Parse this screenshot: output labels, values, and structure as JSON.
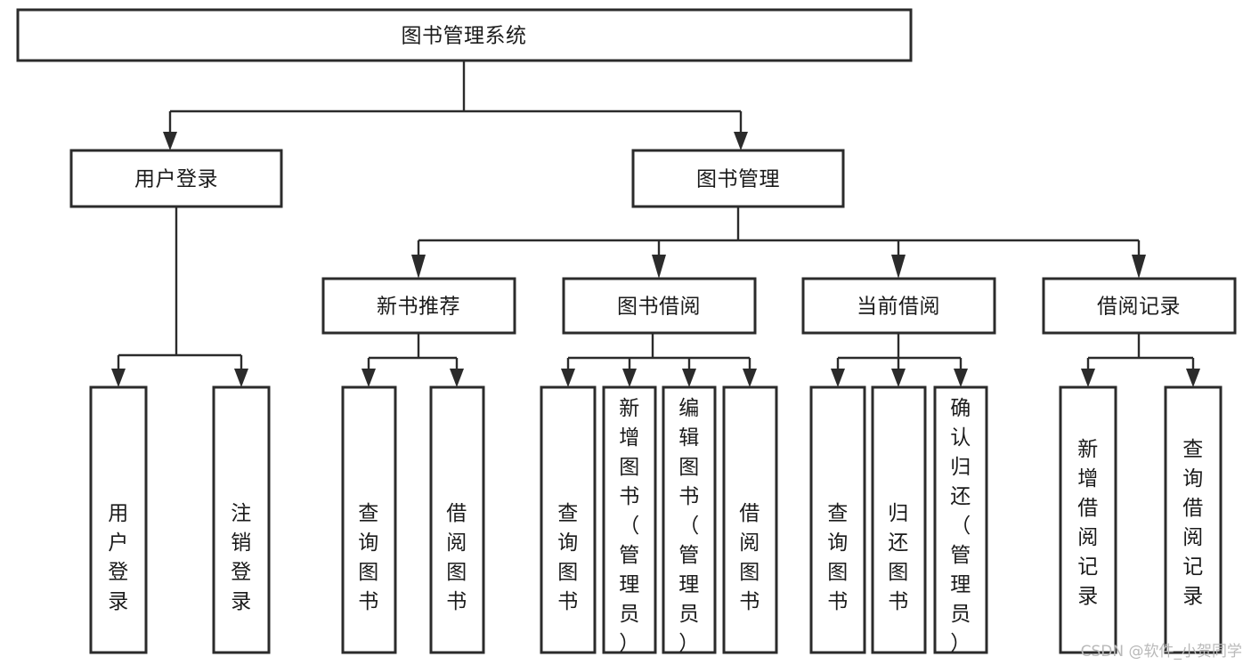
{
  "diagram": {
    "type": "tree-hierarchy-chart",
    "title_node": "图书管理系统",
    "stroke_color": "#2b2b2b",
    "fill_color": "#ffffff",
    "text_color": "#1b1b1b",
    "background": "#ffffff",
    "levels": {
      "level1": [
        "图书管理系统"
      ],
      "level2": [
        "用户登录",
        "图书管理"
      ],
      "level3": [
        "新书推荐",
        "图书借阅",
        "当前借阅",
        "借阅记录"
      ],
      "level4": [
        "用户登录",
        "注销登录",
        "查询图书",
        "借阅图书",
        "查询图书",
        "新增图书（管理员）",
        "编辑图书（管理员）",
        "借阅图书",
        "查询图书",
        "归还图书",
        "确认归还（管理员）",
        "新增借阅记录",
        "查询借阅记录"
      ]
    },
    "nodes": {
      "root": {
        "label": "图书管理系统"
      },
      "user_login": {
        "label": "用户登录"
      },
      "book_manage": {
        "label": "图书管理"
      },
      "new_book_rec": {
        "label": "新书推荐"
      },
      "book_borrow": {
        "label": "图书借阅"
      },
      "current_borrow": {
        "label": "当前借阅"
      },
      "borrow_record": {
        "label": "借阅记录"
      },
      "leaf_user_login": {
        "label": "用户登录"
      },
      "leaf_logout": {
        "label": "注销登录"
      },
      "leaf_query_book_1": {
        "label": "查询图书"
      },
      "leaf_borrow_book_1": {
        "label": "借阅图书"
      },
      "leaf_query_book_2": {
        "label": "查询图书"
      },
      "leaf_add_book_admin": {
        "label": "新增图书（管理员）"
      },
      "leaf_edit_book_admin": {
        "label": "编辑图书（管理员）"
      },
      "leaf_borrow_book_2": {
        "label": "借阅图书"
      },
      "leaf_query_book_3": {
        "label": "查询图书"
      },
      "leaf_return_book": {
        "label": "归还图书"
      },
      "leaf_confirm_return_admin": {
        "label": "确认归还（管理员）"
      },
      "leaf_add_borrow_record": {
        "label": "新增借阅记录"
      },
      "leaf_query_borrow_record": {
        "label": "查询借阅记录"
      }
    },
    "edges": [
      {
        "from": "图书管理系统",
        "to": "用户登录"
      },
      {
        "from": "图书管理系统",
        "to": "图书管理"
      },
      {
        "from": "用户登录",
        "to": "用户登录"
      },
      {
        "from": "用户登录",
        "to": "注销登录"
      },
      {
        "from": "图书管理",
        "to": "新书推荐"
      },
      {
        "from": "图书管理",
        "to": "图书借阅"
      },
      {
        "from": "图书管理",
        "to": "当前借阅"
      },
      {
        "from": "图书管理",
        "to": "借阅记录"
      },
      {
        "from": "新书推荐",
        "to": "查询图书"
      },
      {
        "from": "新书推荐",
        "to": "借阅图书"
      },
      {
        "from": "图书借阅",
        "to": "查询图书"
      },
      {
        "from": "图书借阅",
        "to": "新增图书（管理员）"
      },
      {
        "from": "图书借阅",
        "to": "编辑图书（管理员）"
      },
      {
        "from": "图书借阅",
        "to": "借阅图书"
      },
      {
        "from": "当前借阅",
        "to": "查询图书"
      },
      {
        "from": "当前借阅",
        "to": "归还图书"
      },
      {
        "from": "当前借阅",
        "to": "确认归还（管理员）"
      },
      {
        "from": "借阅记录",
        "to": "新增借阅记录"
      },
      {
        "from": "借阅记录",
        "to": "查询借阅记录"
      }
    ]
  },
  "watermark": {
    "text": "CSDN @软件_小贺同学"
  }
}
